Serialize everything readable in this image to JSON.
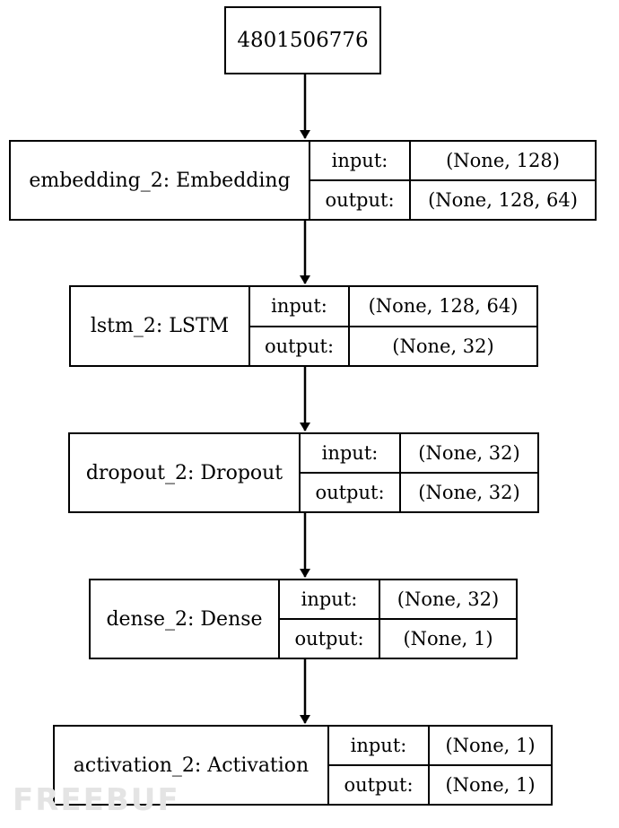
{
  "input_node": {
    "label": "4801506776"
  },
  "layers": [
    {
      "name": "embedding_2: Embedding",
      "input_label": "input:",
      "output_label": "output:",
      "input_shape": "(None, 128)",
      "output_shape": "(None, 128, 64)"
    },
    {
      "name": "lstm_2: LSTM",
      "input_label": "input:",
      "output_label": "output:",
      "input_shape": "(None, 128, 64)",
      "output_shape": "(None, 32)"
    },
    {
      "name": "dropout_2: Dropout",
      "input_label": "input:",
      "output_label": "output:",
      "input_shape": "(None, 32)",
      "output_shape": "(None, 32)"
    },
    {
      "name": "dense_2: Dense",
      "input_label": "input:",
      "output_label": "output:",
      "input_shape": "(None, 32)",
      "output_shape": "(None, 1)"
    },
    {
      "name": "activation_2: Activation",
      "input_label": "input:",
      "output_label": "output:",
      "input_shape": "(None, 1)",
      "output_shape": "(None, 1)"
    }
  ],
  "watermark": "FREEBUF"
}
